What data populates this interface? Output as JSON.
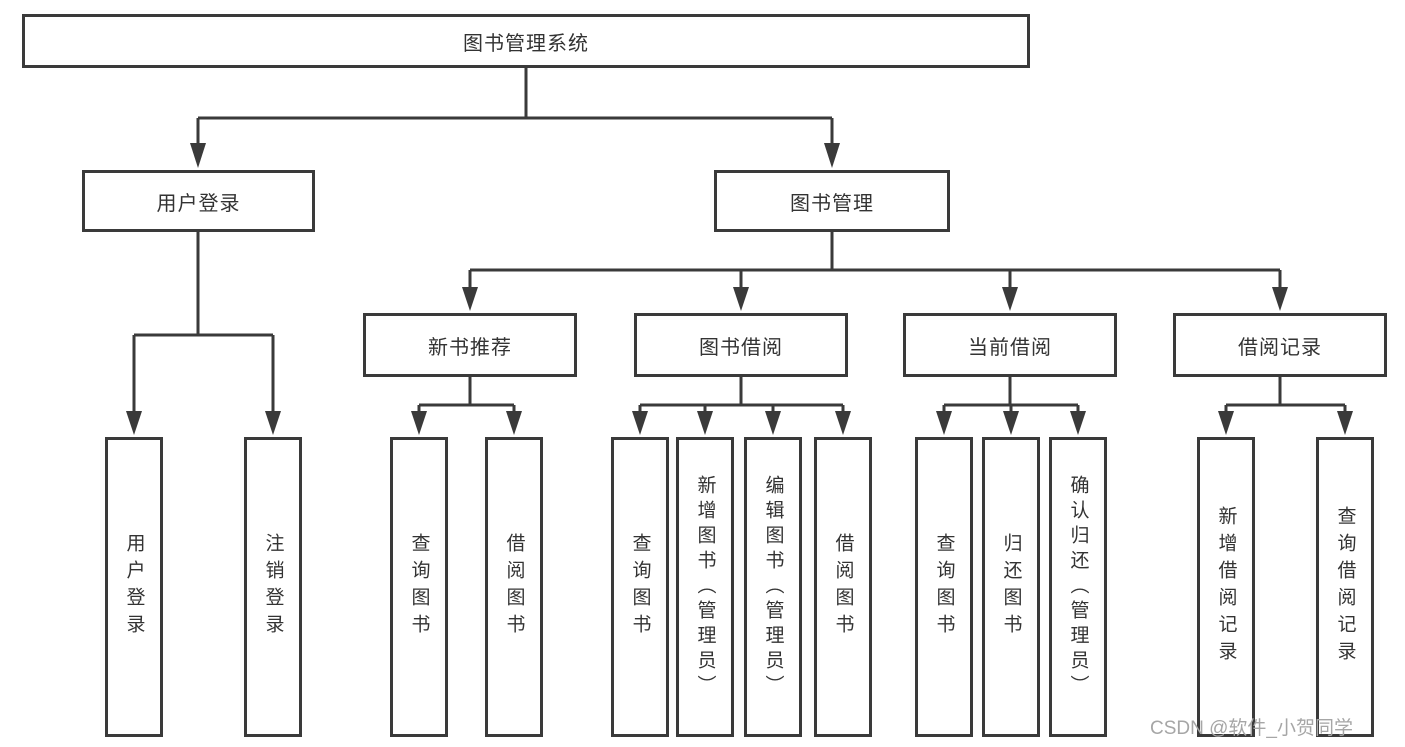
{
  "diagram": {
    "root": {
      "label": "图书管理系统"
    },
    "level2": [
      {
        "label": "用户登录",
        "children": [
          {
            "label": "用户登录"
          },
          {
            "label": "注销登录"
          }
        ]
      },
      {
        "label": "图书管理",
        "children": [
          {
            "label": "新书推荐",
            "children": [
              {
                "label": "查询图书"
              },
              {
                "label": "借阅图书"
              }
            ]
          },
          {
            "label": "图书借阅",
            "children": [
              {
                "label": "查询图书"
              },
              {
                "label": "新增图书（管理员）"
              },
              {
                "label": "编辑图书（管理员）"
              },
              {
                "label": "借阅图书"
              }
            ]
          },
          {
            "label": "当前借阅",
            "children": [
              {
                "label": "查询图书"
              },
              {
                "label": "归还图书"
              },
              {
                "label": "确认归还（管理员）"
              }
            ]
          },
          {
            "label": "借阅记录",
            "children": [
              {
                "label": "新增借阅记录"
              },
              {
                "label": "查询借阅记录"
              }
            ]
          }
        ]
      }
    ]
  },
  "watermark": "CSDN @软件_小贺同学",
  "colors": {
    "line": "#3a3a3a",
    "text": "#333333",
    "watermark": "#a6a6a6",
    "background": "#ffffff"
  }
}
